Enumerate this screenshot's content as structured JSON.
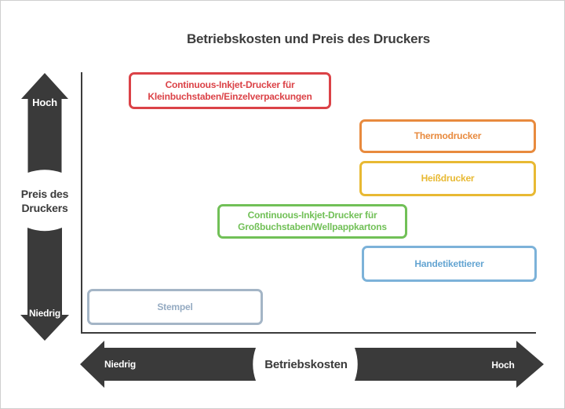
{
  "title": "Betriebskosten und Preis des Druckers",
  "y_axis": {
    "title_line1": "Preis des",
    "title_line2": "Druckers",
    "high_label": "Hoch",
    "low_label": "Niedrig"
  },
  "x_axis": {
    "title": "Betriebskosten",
    "low_label": "Niedrig",
    "high_label": "Hoch"
  },
  "boxes": {
    "cij_small": {
      "line1": "Continuous-Inkjet-Drucker für",
      "line2": "Kleinbuchstaben/Einzelverpackungen",
      "color": "#db4247"
    },
    "thermo": {
      "label": "Thermodrucker",
      "color": "#e88a3e"
    },
    "heiss": {
      "label": "Heißdrucker",
      "color": "#e8b933"
    },
    "cij_large": {
      "line1": "Continuous-Inkjet-Drucker für",
      "line2": "Großbuchstaben/Wellpappkartons",
      "color": "#71c057"
    },
    "hand": {
      "label": "Handetikettierer",
      "color": "#65a5d2"
    },
    "stempel": {
      "label": "Stempel",
      "color": "#95abc2"
    }
  },
  "colors": {
    "arrow": "#3a3a3a",
    "axis_line": "#3c3c3c",
    "title_text": "#3d3d3d",
    "page_border": "#cfcfcf",
    "background": "#ffffff"
  }
}
